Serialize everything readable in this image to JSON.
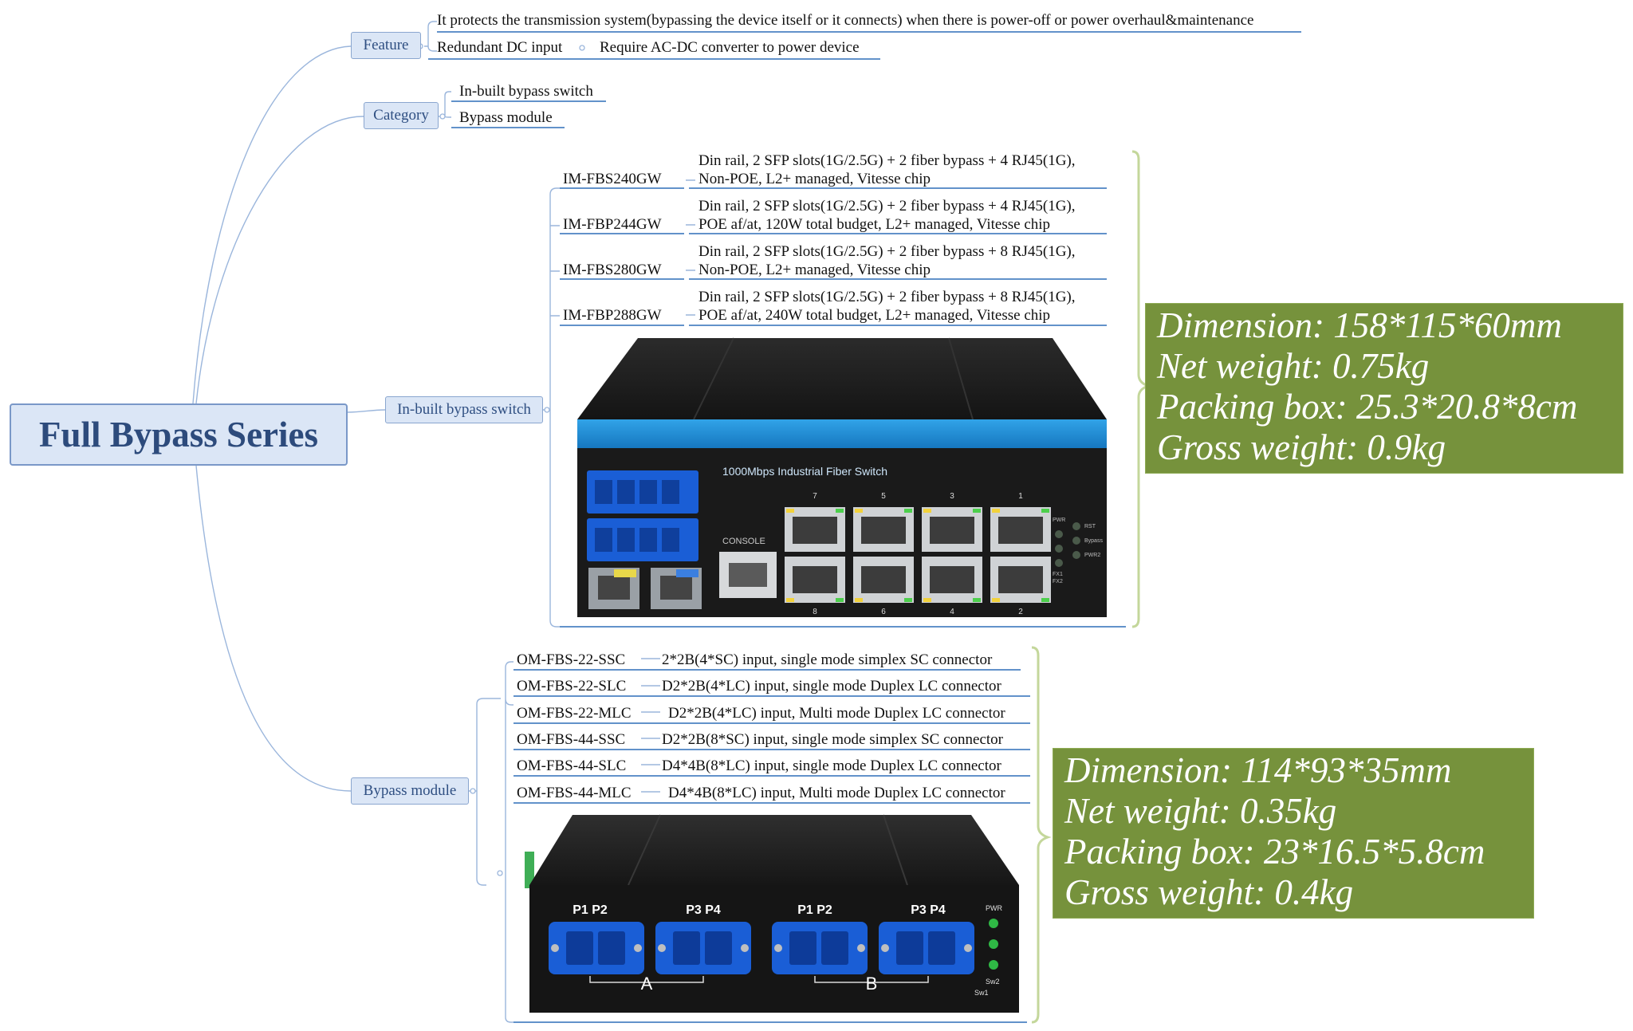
{
  "root": {
    "title": "Full Bypass Series"
  },
  "feature": {
    "label": "Feature",
    "line1": "It protects the transmission system(bypassing the device itself or it connects) when there is power-off or power overhaul&maintenance",
    "line2a": "Redundant DC input",
    "line2b": "Require AC-DC converter to power device"
  },
  "category": {
    "label": "Category",
    "items": [
      "In-built bypass switch",
      "Bypass module"
    ]
  },
  "inbuilt": {
    "label": "In-built bypass switch",
    "models": [
      {
        "name": "IM-FBS240GW",
        "line1": "Din rail, 2 SFP slots(1G/2.5G) + 2 fiber bypass + 4 RJ45(1G),",
        "line2": "Non-POE, L2+ managed, Vitesse chip"
      },
      {
        "name": "IM-FBP244GW",
        "line1": "Din rail, 2 SFP slots(1G/2.5G) + 2 fiber bypass + 4 RJ45(1G),",
        "line2": "POE af/at, 120W total budget, L2+ managed, Vitesse chip"
      },
      {
        "name": "IM-FBS280GW",
        "line1": "Din rail, 2 SFP slots(1G/2.5G) + 2 fiber bypass + 8 RJ45(1G),",
        "line2": "Non-POE, L2+ managed, Vitesse chip"
      },
      {
        "name": "IM-FBP288GW",
        "line1": "Din rail, 2 SFP slots(1G/2.5G) + 2 fiber bypass + 8 RJ45(1G),",
        "line2": "POE af/at, 240W total budget, L2+ managed, Vitesse chip"
      }
    ],
    "device": {
      "banner": "1000Mbps Industrial Fiber Switch",
      "console": "CONSOLE",
      "top_ports": [
        "7",
        "5",
        "3",
        "1"
      ],
      "bottom_ports": [
        "8",
        "6",
        "4",
        "2"
      ],
      "led_labels": [
        "PWR",
        "RST",
        "Bypass",
        "PWR2",
        "FX1",
        "FX2"
      ]
    },
    "spec": [
      "Dimension: 158*115*60mm",
      "Net weight: 0.75kg",
      "Packing box: 25.3*20.8*8cm",
      "Gross weight: 0.9kg"
    ]
  },
  "bypass": {
    "label": "Bypass module",
    "models": [
      {
        "name": "OM-FBS-22-SSC",
        "desc": "2*2B(4*SC) input, single mode simplex SC connector"
      },
      {
        "name": "OM-FBS-22-SLC",
        "desc": "D2*2B(4*LC) input, single mode Duplex LC connector"
      },
      {
        "name": "OM-FBS-22-MLC",
        "desc": "D2*2B(4*LC) input, Multi mode Duplex LC connector"
      },
      {
        "name": "OM-FBS-44-SSC",
        "desc": "D2*2B(8*SC) input, single mode simplex SC connector"
      },
      {
        "name": "OM-FBS-44-SLC",
        "desc": "D4*4B(8*LC) input, single mode Duplex LC connector"
      },
      {
        "name": "OM-FBS-44-MLC",
        "desc": "D4*4B(8*LC) input, Multi mode Duplex LC connector"
      }
    ],
    "device": {
      "port_labels": [
        "P1 P2",
        "P3 P4",
        "P1 P2",
        "P3 P4"
      ],
      "group_labels": [
        "A",
        "B"
      ],
      "led_labels": [
        "PWR",
        "Sw2",
        "Sw1"
      ]
    },
    "spec": [
      "Dimension: 114*93*35mm",
      "Net weight: 0.35kg",
      "Packing box: 23*16.5*5.8cm",
      "Gross weight: 0.4kg"
    ]
  },
  "colors": {
    "connector": "#9bb6dc",
    "branch_fill": "#dbe6f6",
    "branch_text": "#2f4f82",
    "underline": "#2f6fb9",
    "spec_fill": "#76923c",
    "brace": "#c4d79b",
    "device_blue": "#1e8fd8",
    "fiber_blue": "#1a5ed6",
    "device_black": "#1c1c1c"
  }
}
